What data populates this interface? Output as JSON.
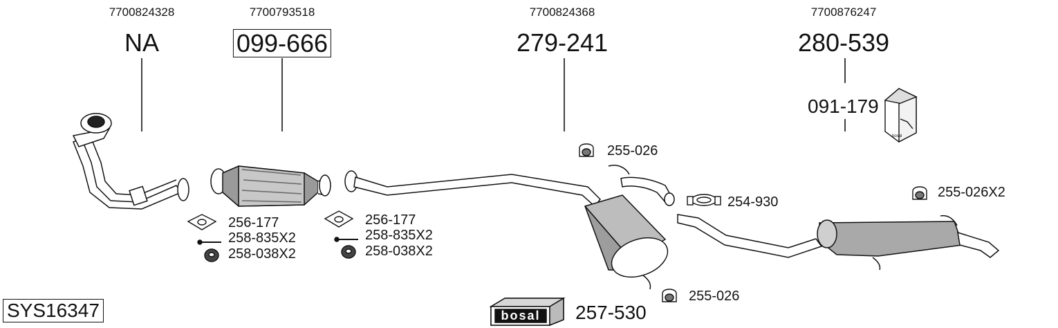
{
  "system_code": "SYS16347",
  "columns": [
    {
      "oe": "7700824328",
      "part": "NA",
      "boxed": false
    },
    {
      "oe": "7700793518",
      "part": "099-666",
      "boxed": true
    },
    {
      "oe": "7700824368",
      "part": "279-241",
      "boxed": false
    },
    {
      "oe": "7700876247",
      "part": "280-539",
      "boxed": false
    }
  ],
  "kit_part": "091-179",
  "kit_logo": "bosal",
  "gasket_group_1": [
    "256-177",
    "258-835X2",
    "258-038X2"
  ],
  "gasket_group_2": [
    "256-177",
    "258-835X2",
    "258-038X2"
  ],
  "hanger_top": "255-026",
  "clamp": "254-930",
  "hanger_rear": "255-026X2",
  "hanger_bottom": "255-026",
  "box_part": "257-530",
  "box_logo": "bosal"
}
